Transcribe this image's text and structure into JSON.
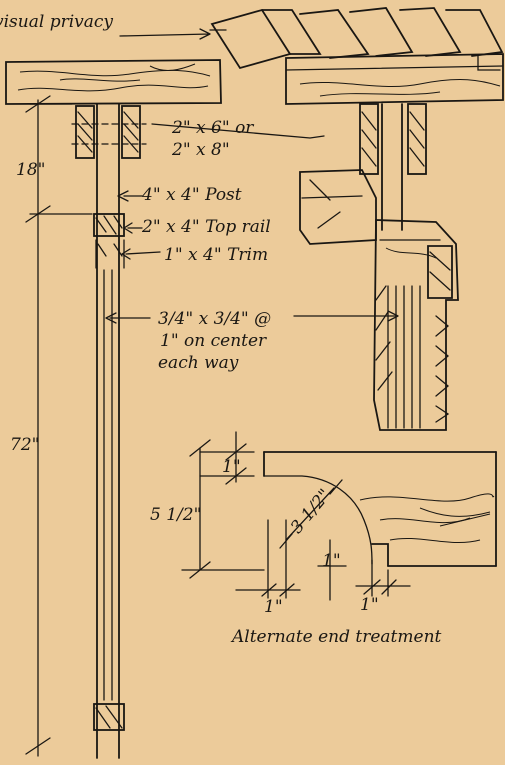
{
  "labels": {
    "visual_privacy": "visual privacy",
    "dim_18": "18\"",
    "dim_72": "72\"",
    "beam_size": "2\" x 6\" or",
    "beam_size_alt": "2\" x 8\"",
    "post": "4\" x 4\" Post",
    "top_rail": "2\" x 4\" Top rail",
    "trim": "1\" x 4\" Trim",
    "lattice_line1": "3/4\" x 3/4\" @",
    "lattice_line2": "1\" on center",
    "lattice_line3": "each way",
    "end_1in_top": "1\"",
    "end_5_5": "5 1/2\"",
    "end_3_5": "3 1/2\"",
    "end_1in_mid": "1\"",
    "end_1in_bottom_left": "1\"",
    "end_1in_bottom_right": "1\"",
    "caption": "Alternate end treatment"
  },
  "colors": {
    "background": "#eccb9a",
    "ink": "#1a1713"
  }
}
